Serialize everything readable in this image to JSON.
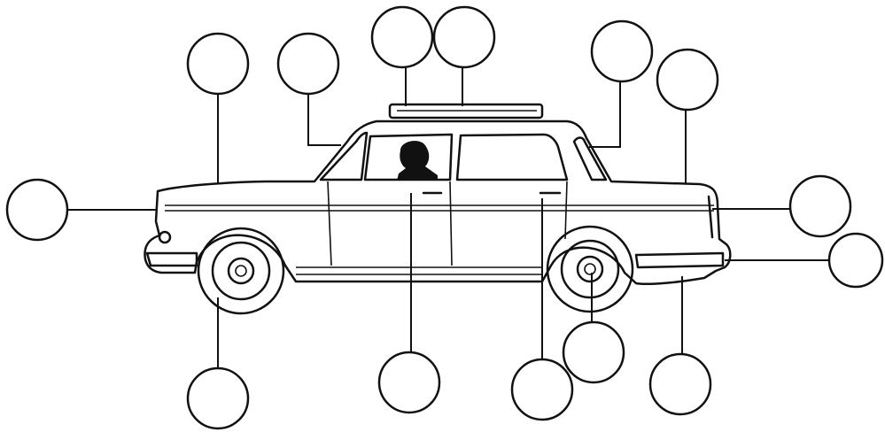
{
  "diagram": {
    "subject": "sedan-side-view-line-drawing",
    "colors": {
      "ink": "#111111",
      "paper": "#ffffff"
    },
    "callouts": [
      {
        "id": "callout-01"
      },
      {
        "id": "callout-02"
      },
      {
        "id": "callout-03"
      },
      {
        "id": "callout-04"
      },
      {
        "id": "callout-05"
      },
      {
        "id": "callout-06"
      },
      {
        "id": "callout-07"
      },
      {
        "id": "callout-08"
      },
      {
        "id": "callout-09"
      },
      {
        "id": "callout-10"
      },
      {
        "id": "callout-11"
      },
      {
        "id": "callout-12"
      },
      {
        "id": "callout-13"
      },
      {
        "id": "callout-14"
      },
      {
        "id": "callout-15"
      },
      {
        "id": "callout-16"
      }
    ]
  }
}
